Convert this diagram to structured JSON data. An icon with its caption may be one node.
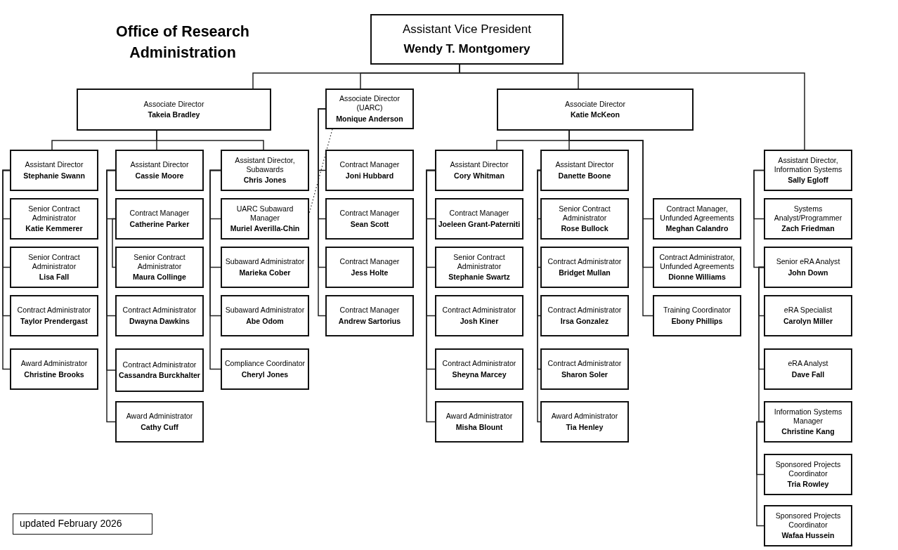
{
  "diagram": {
    "title": "Office of Research Administration",
    "nodes": [
      {
        "text": [
          "Assistant Vice President",
          "Wendy T. Montgomery"
        ]
      },
      {
        "text": [
          "Associate Director",
          "Takeia Bradley"
        ]
      },
      {
        "text": [
          "Associate Director (UARC)",
          "Monique Anderson"
        ]
      },
      {
        "text": [
          "Associate Director",
          "Katie McKeon"
        ]
      },
      {
        "text": [
          "Assistant Director",
          "Stephanie Swann"
        ]
      },
      {
        "text": [
          "Assistant Director",
          "Cassie Moore"
        ]
      },
      {
        "text": [
          "Assistant Director, Subawards",
          "Chris Jones"
        ]
      },
      {
        "text": [
          "Contract Manager",
          "Joni Hubbard"
        ]
      },
      {
        "text": [
          "Assistant Director",
          "Cory Whitman"
        ]
      },
      {
        "text": [
          "Assistant Director",
          "Danette Boone"
        ]
      },
      {
        "text": [
          "Assistant Director, Information Systems",
          "Sally Egloff"
        ]
      },
      {
        "text": [
          "Senior Contract Administrator",
          "Katie Kemmerer"
        ]
      },
      {
        "text": [
          "Contract Manager",
          "Catherine Parker"
        ]
      },
      {
        "text": [
          "UARC Subaward Manager",
          "Muriel Averilla-Chin"
        ]
      },
      {
        "text": [
          "Contract Manager",
          "Sean Scott"
        ]
      },
      {
        "text": [
          "Contract Manager",
          "Joeleen Grant-Paterniti"
        ]
      },
      {
        "text": [
          "Senior Contract Administrator",
          "Rose Bullock"
        ]
      },
      {
        "text": [
          "Contract Manager, Unfunded Agreements",
          "Meghan Calandro"
        ]
      },
      {
        "text": [
          "Systems Analyst/Programmer",
          "Zach Friedman"
        ]
      },
      {
        "text": [
          "Senior Contract Administrator",
          "Lisa Fall"
        ]
      },
      {
        "text": [
          "Senior Contract Administrator",
          "Maura Collinge"
        ]
      },
      {
        "text": [
          "Subaward Administrator",
          "Marieka Cober"
        ]
      },
      {
        "text": [
          "Contract Manager",
          "Jess Holte"
        ]
      },
      {
        "text": [
          "Senior Contract Administrator",
          "Stephanie Swartz"
        ]
      },
      {
        "text": [
          "Contract Administrator",
          "Bridget Mullan"
        ]
      },
      {
        "text": [
          "Contract Administrator, Unfunded Agreements",
          "Dionne Williams"
        ]
      },
      {
        "text": [
          "Senior eRA Analyst",
          "John Down"
        ]
      },
      {
        "text": [
          "Contract Administrator",
          "Taylor Prendergast"
        ]
      },
      {
        "text": [
          "Contract Administrator",
          "Dwayna Dawkins"
        ]
      },
      {
        "text": [
          "Subaward Administrator",
          "Abe Odom"
        ]
      },
      {
        "text": [
          "Contract Manager",
          "Andrew Sartorius"
        ]
      },
      {
        "text": [
          "Contract Administrator",
          "Josh Kiner"
        ]
      },
      {
        "text": [
          "Contract Administrator",
          "Irsa Gonzalez"
        ]
      },
      {
        "text": [
          "Training Coordinator",
          "Ebony Phillips"
        ]
      },
      {
        "text": [
          "eRA Specialist",
          "Carolyn Miller"
        ]
      },
      {
        "text": [
          "Award Administrator",
          "Christine Brooks"
        ]
      },
      {
        "text": [
          "Contract Administrator",
          "Cassandra Burckhalter"
        ]
      },
      {
        "text": [
          "Compliance Coordinator",
          "Cheryl Jones"
        ]
      },
      {
        "text": [
          "Contract Administrator",
          "Sheyna Marcey"
        ]
      },
      {
        "text": [
          "Contract Administrator",
          "Sharon Soler"
        ]
      },
      {
        "text": [
          "eRA Analyst",
          "Dave Fall"
        ]
      },
      {
        "text": [
          "Award Administrator",
          "Cathy Cuff"
        ]
      },
      {
        "text": [
          "Award Administrator",
          "Misha Blount"
        ]
      },
      {
        "text": [
          "Award Administrator",
          "Tia Henley"
        ]
      },
      {
        "text": [
          "Information Systems Manager",
          "Christine Kang"
        ]
      },
      {
        "text": [
          "Sponsored Projects Coordinator",
          "Tria Rowley"
        ]
      },
      {
        "text": [
          "Sponsored Projects Coordinator",
          "Wafaa Hussein"
        ]
      },
      {
        "text": [
          "updated February 2026"
        ]
      }
    ],
    "edges": [
      {
        "from": 0,
        "to": 1,
        "arrow": "none"
      },
      {
        "from": 0,
        "to": 2,
        "arrow": "none"
      },
      {
        "from": 0,
        "to": 3,
        "arrow": "none"
      },
      {
        "from": 0,
        "to": 10,
        "arrow": "none"
      },
      {
        "from": 1,
        "to": 4,
        "arrow": "none"
      },
      {
        "from": 1,
        "to": 5,
        "arrow": "none"
      },
      {
        "from": 1,
        "to": 6,
        "arrow": "none"
      },
      {
        "from": 4,
        "to": 11,
        "arrow": "none"
      },
      {
        "from": 4,
        "to": 19,
        "arrow": "none"
      },
      {
        "from": 4,
        "to": 27,
        "arrow": "none"
      },
      {
        "from": 4,
        "to": 35,
        "arrow": "none"
      },
      {
        "from": 5,
        "to": 12,
        "arrow": "none"
      },
      {
        "from": 5,
        "to": 28,
        "arrow": "none"
      },
      {
        "from": 5,
        "to": 36,
        "arrow": "none"
      },
      {
        "from": 5,
        "to": 41,
        "arrow": "none"
      },
      {
        "from": 12,
        "to": 20,
        "arrow": "none"
      },
      {
        "from": 6,
        "to": 13,
        "arrow": "none"
      },
      {
        "from": 6,
        "to": 21,
        "arrow": "none"
      },
      {
        "from": 6,
        "to": 29,
        "arrow": "none"
      },
      {
        "from": 6,
        "to": 37,
        "arrow": "none"
      },
      {
        "from": 2,
        "to": 7,
        "arrow": "none"
      },
      {
        "from": 2,
        "to": 14,
        "arrow": "none"
      },
      {
        "from": 2,
        "to": 22,
        "arrow": "none"
      },
      {
        "from": 2,
        "to": 30,
        "arrow": "none"
      },
      {
        "from": 2,
        "to": 13,
        "arrow": "none",
        "style": "dashed"
      },
      {
        "from": 3,
        "to": 8,
        "arrow": "none"
      },
      {
        "from": 3,
        "to": 9,
        "arrow": "none"
      },
      {
        "from": 3,
        "to": 17,
        "arrow": "none"
      },
      {
        "from": 3,
        "to": 25,
        "arrow": "none"
      },
      {
        "from": 3,
        "to": 33,
        "arrow": "none"
      },
      {
        "from": 8,
        "to": 15,
        "arrow": "none"
      },
      {
        "from": 8,
        "to": 23,
        "arrow": "none"
      },
      {
        "from": 8,
        "to": 31,
        "arrow": "none"
      },
      {
        "from": 8,
        "to": 38,
        "arrow": "none"
      },
      {
        "from": 8,
        "to": 42,
        "arrow": "none"
      },
      {
        "from": 9,
        "to": 16,
        "arrow": "none"
      },
      {
        "from": 9,
        "to": 24,
        "arrow": "none"
      },
      {
        "from": 9,
        "to": 32,
        "arrow": "none"
      },
      {
        "from": 9,
        "to": 39,
        "arrow": "none"
      },
      {
        "from": 9,
        "to": 43,
        "arrow": "none"
      },
      {
        "from": 10,
        "to": 18,
        "arrow": "none"
      },
      {
        "from": 10,
        "to": 26,
        "arrow": "none"
      },
      {
        "from": 26,
        "to": 34,
        "arrow": "none"
      },
      {
        "from": 26,
        "to": 40,
        "arrow": "none"
      },
      {
        "from": 26,
        "to": 44,
        "arrow": "none"
      },
      {
        "from": 44,
        "to": 45,
        "arrow": "none"
      },
      {
        "from": 44,
        "to": 46,
        "arrow": "none"
      }
    ]
  }
}
